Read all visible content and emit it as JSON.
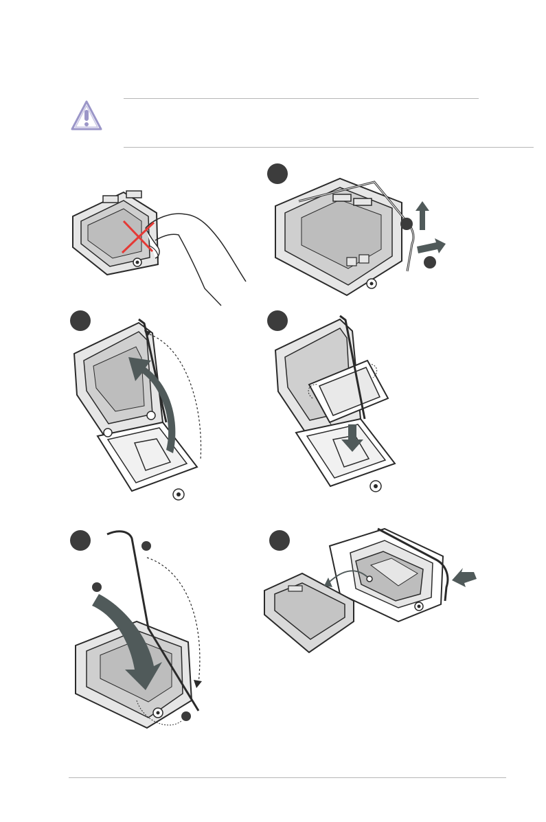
{
  "warning": {
    "icon": "warning-triangle-icon",
    "text": ""
  },
  "steps": [
    {
      "id": "step-do-not-touch",
      "badge_label": ""
    },
    {
      "id": "step-release-lever",
      "badge_label": ""
    },
    {
      "id": "step-lift-load-plate",
      "badge_label": ""
    },
    {
      "id": "step-place-cpu",
      "badge_label": ""
    },
    {
      "id": "step-close-lever",
      "badge_label": ""
    },
    {
      "id": "step-remove-cap",
      "badge_label": ""
    }
  ],
  "colors": {
    "badge": "#3c3c3c",
    "socket_fill": "#cfcfcf",
    "socket_line": "#2a2a2a",
    "arrow": "#505a5a",
    "warning_accent": "#9b96c8",
    "cross": "#e53935"
  }
}
